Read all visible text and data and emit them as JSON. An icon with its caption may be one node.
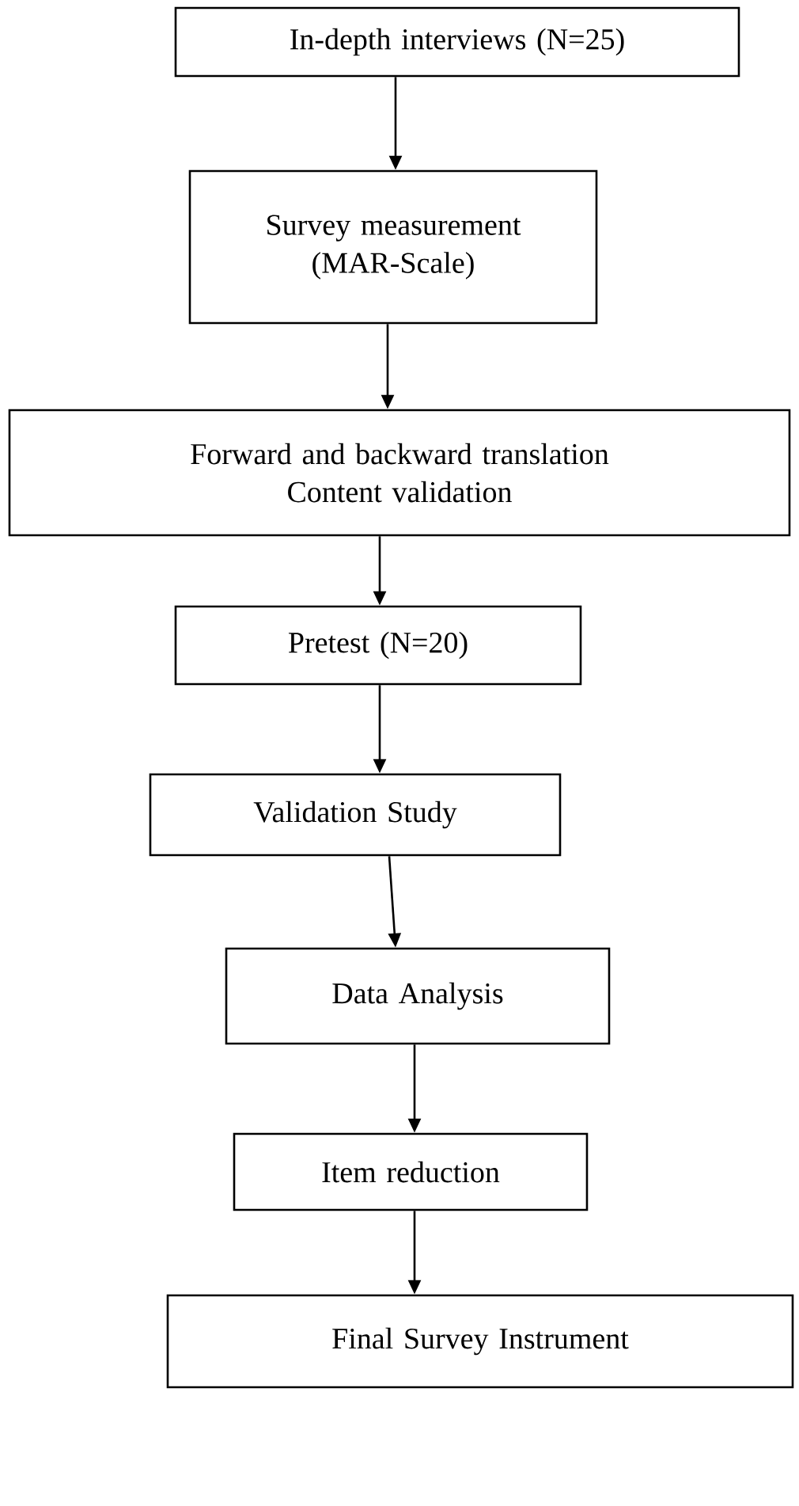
{
  "diagram": {
    "nodes": [
      {
        "text": [
          "In-depth interviews (N=25)"
        ]
      },
      {
        "text": [
          "Survey measurement (MAR-Scale)"
        ]
      },
      {
        "text": [
          "Forward and backward translation",
          "Content validation"
        ]
      },
      {
        "text": [
          "Pretest (N=20)"
        ]
      },
      {
        "text": [
          "Validation Study"
        ]
      },
      {
        "text": [
          "Data Analysis"
        ]
      },
      {
        "text": [
          "Item reduction"
        ]
      },
      {
        "text": [
          "Final Survey Instrument"
        ]
      }
    ],
    "edges": [
      {
        "from": 0,
        "to": 1,
        "arrow": "to"
      },
      {
        "from": 1,
        "to": 2,
        "arrow": "to"
      },
      {
        "from": 2,
        "to": 3,
        "arrow": "to"
      },
      {
        "from": 3,
        "to": 4,
        "arrow": "to"
      },
      {
        "from": 4,
        "to": 5,
        "arrow": "to"
      },
      {
        "from": 5,
        "to": 6,
        "arrow": "to"
      },
      {
        "from": 6,
        "to": 7,
        "arrow": "to"
      }
    ]
  }
}
